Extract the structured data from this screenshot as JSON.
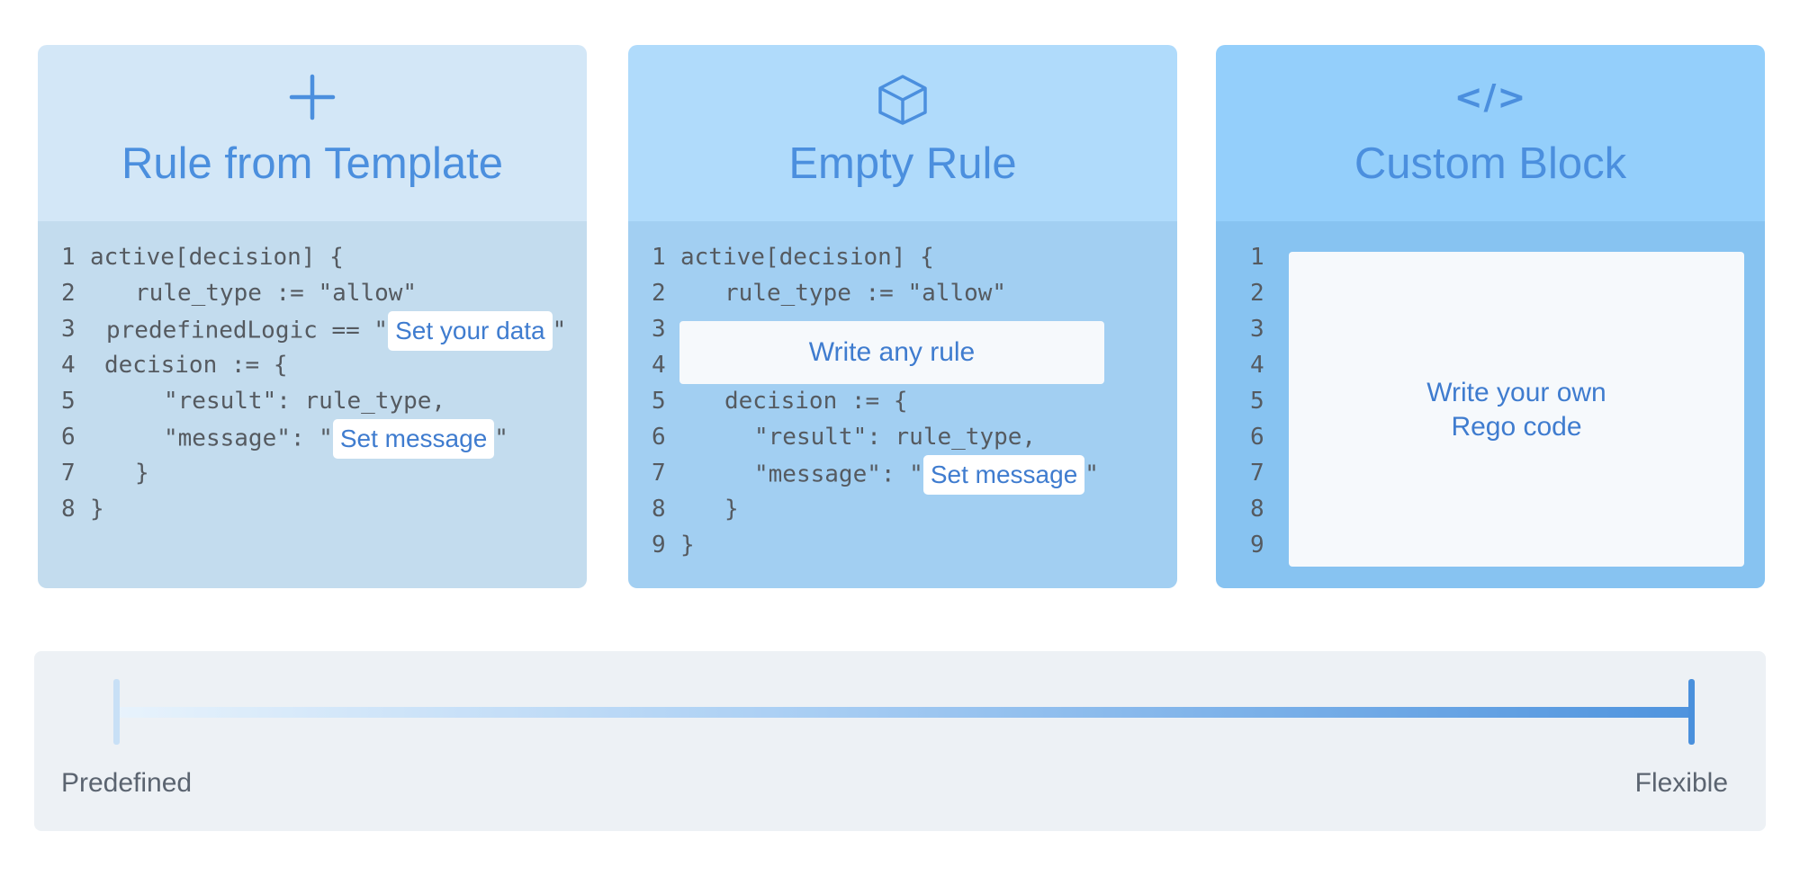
{
  "cards": [
    {
      "title": "Rule from Template",
      "icon": "plus-icon",
      "line_numbers": [
        "1",
        "2",
        "3",
        "4",
        "5",
        "6",
        "7",
        "8"
      ],
      "code": {
        "l1": "active[decision] {",
        "l2": "rule_type := \"allow\"",
        "l3_prefix": "predefinedLogic == \"",
        "l3_chip": "Set your data",
        "l3_suffix": "\"",
        "l4": "decision := {",
        "l5": "\"result\": rule_type,",
        "l6_prefix": "\"message\": \"",
        "l6_chip": "Set message",
        "l6_suffix": "\"",
        "l7": "}",
        "l8": "}"
      }
    },
    {
      "title": "Empty Rule",
      "icon": "cube-icon",
      "line_numbers": [
        "1",
        "2",
        "3",
        "4",
        "5",
        "6",
        "7",
        "8",
        "9"
      ],
      "code": {
        "l1": "active[decision] {",
        "l2": "rule_type := \"allow\"",
        "block_text": "Write any rule",
        "l5": "decision := {",
        "l6": "\"result\": rule_type,",
        "l7_prefix": "\"message\": \"",
        "l7_chip": "Set message",
        "l7_suffix": "\"",
        "l8": "}",
        "l9": "}"
      }
    },
    {
      "title": "Custom Block",
      "icon": "code-icon",
      "icon_glyph": "</>",
      "line_numbers": [
        "1",
        "2",
        "3",
        "4",
        "5",
        "6",
        "7",
        "8",
        "9"
      ],
      "block_line1": "Write your own",
      "block_line2": "Rego code"
    }
  ],
  "scale": {
    "left_label": "Predefined",
    "right_label": "Flexible"
  },
  "colors": {
    "accent": "#4b8fde",
    "chip_text": "#3f7ccf",
    "code_text": "#555a60"
  }
}
